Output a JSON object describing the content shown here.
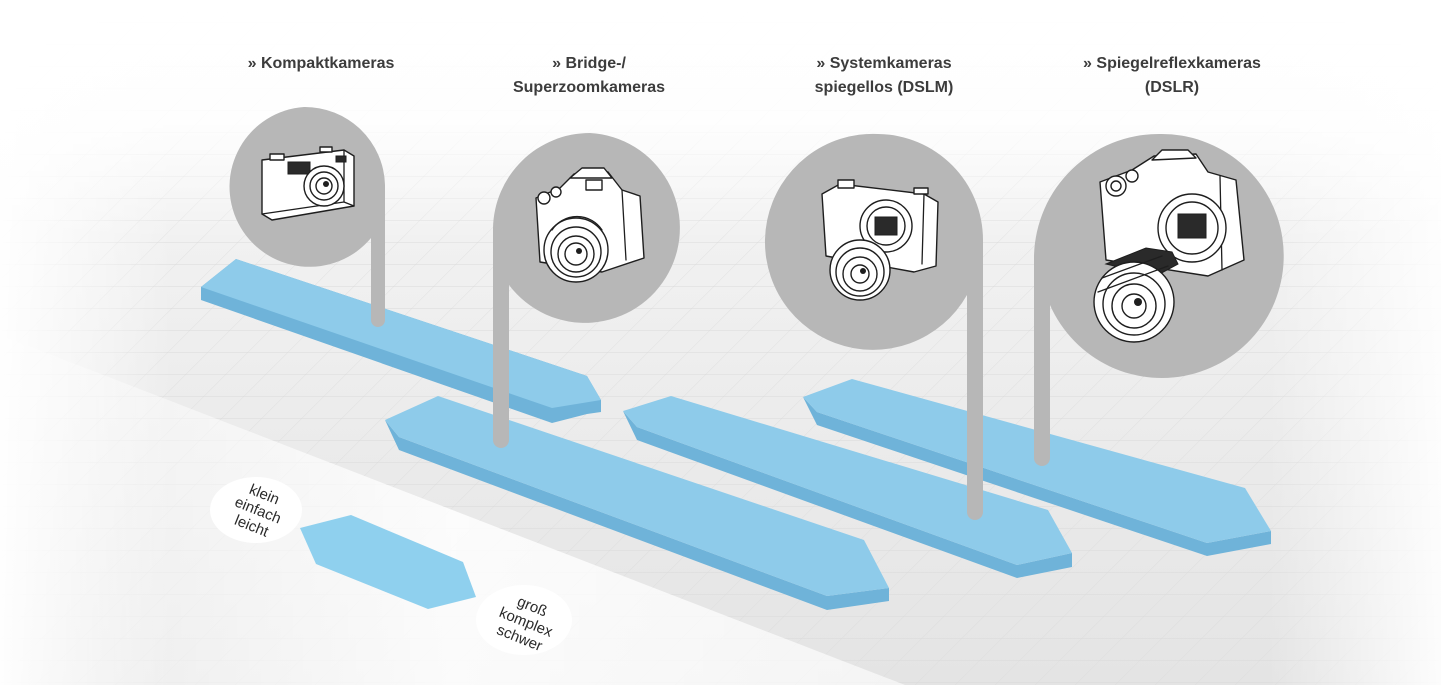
{
  "diagram": {
    "categories": [
      {
        "id": "compact",
        "label_lines": [
          "» Kompaktkameras"
        ],
        "icon": "compact-camera-icon"
      },
      {
        "id": "bridge",
        "label_lines": [
          "» Bridge-/",
          "Superzoomkameras"
        ],
        "icon": "bridge-camera-icon"
      },
      {
        "id": "dslm",
        "label_lines": [
          "» Systemkameras",
          "spiegellos (DSLM)"
        ],
        "icon": "mirrorless-camera-icon"
      },
      {
        "id": "dslr",
        "label_lines": [
          "» Spiegelreflexkameras",
          "(DSLR)"
        ],
        "icon": "dslr-camera-icon"
      }
    ],
    "legend": {
      "start_lines": [
        "klein",
        "einfach",
        "leicht"
      ],
      "end_lines": [
        "groß",
        "komplex",
        "schwer"
      ]
    },
    "colors": {
      "bar_top": "#8ecbea",
      "bar_side": "#6fb3d9",
      "bubble": "#b7b7b7",
      "grid": "#e0e0e0"
    }
  }
}
